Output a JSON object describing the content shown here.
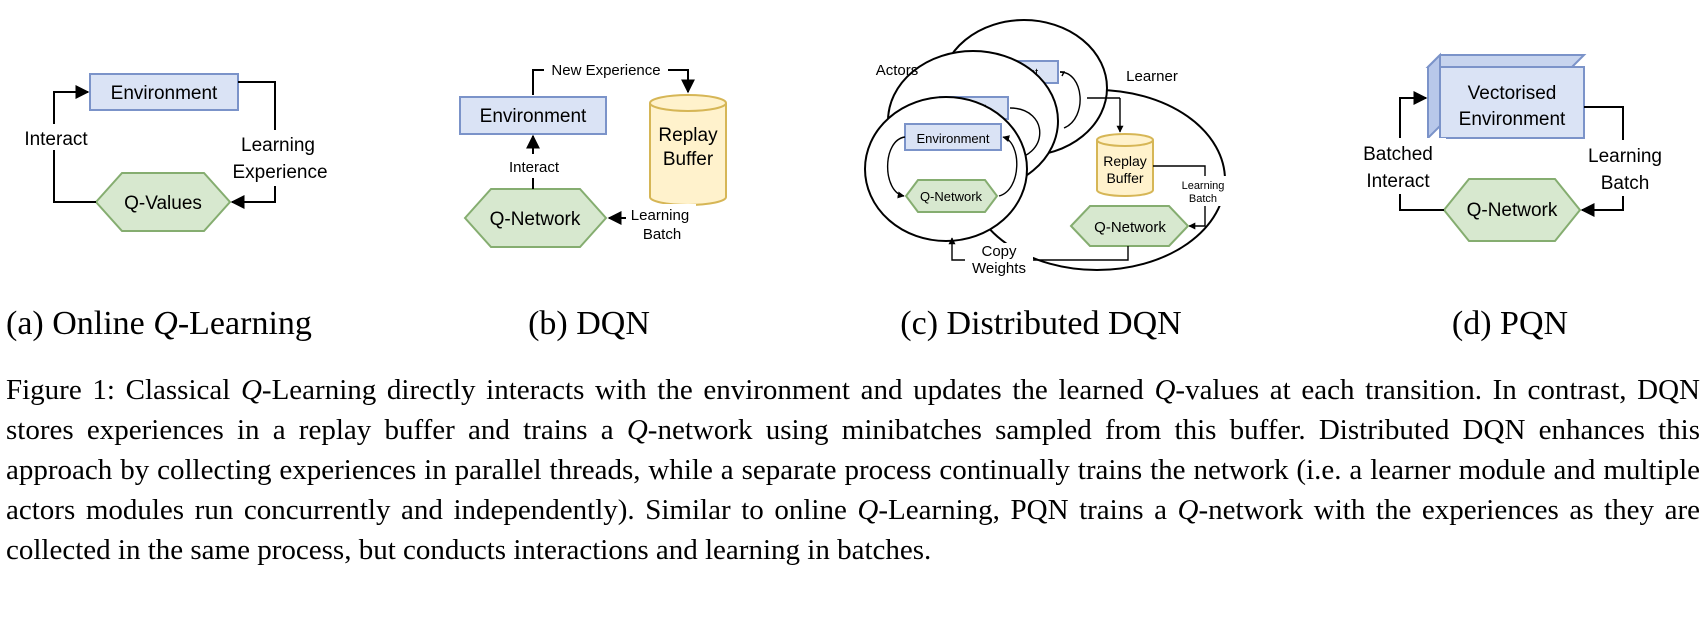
{
  "panels": {
    "a": {
      "environment": "Environment",
      "q_values": "Q-Values",
      "interact": "Interact",
      "learning_l1": "Learning",
      "learning_l2": "Experience",
      "caption_pre": "(a) Online ",
      "caption_q": "Q",
      "caption_post": "-Learning"
    },
    "b": {
      "new_experience": "New Experience",
      "environment": "Environment",
      "interact": "Interact",
      "q_network": "Q-Network",
      "replay_l1": "Replay",
      "replay_l2": "Buffer",
      "learning_l1": "Learning",
      "learning_l2": "Batch",
      "caption": "(b) DQN"
    },
    "c": {
      "actors": "Actors",
      "learner": "Learner",
      "env_frag_1": "ment",
      "env_frag_2": "ment",
      "environment": "Environment",
      "q_network_actor": "Q-Network",
      "replay_l1": "Replay",
      "replay_l2": "Buffer",
      "learning_l1": "Learning",
      "learning_l2": "Batch",
      "q_network_learner": "Q-Network",
      "copy_l1": "Copy",
      "copy_l2": "Weights",
      "caption": "(c) Distributed DQN"
    },
    "d": {
      "vec_l1": "Vectorised",
      "vec_l2": "Environment",
      "batched_l1": "Batched",
      "batched_l2": "Interact",
      "learning_l1": "Learning",
      "learning_l2": "Batch",
      "q_network": "Q-Network",
      "caption": "(d) PQN"
    }
  },
  "caption": {
    "s1": "Figure 1: Classical ",
    "q1": "Q",
    "s2": "-Learning directly interacts with the environment and updates the learned ",
    "q2": "Q",
    "s3": "-values at each transition. In contrast, DQN stores experiences in a replay buffer and trains a ",
    "q3": "Q",
    "s4": "-network using minibatches sampled from this buffer. Distributed DQN enhances this approach by collecting experiences in parallel threads, while a separate process continually trains the network (i.e. a learner module and multiple actors modules run concurrently and independently). Similar to online ",
    "q4": "Q",
    "s5": "-Learning, PQN trains a ",
    "q5": "Q",
    "s6": "-network with the experiences as they are collected in the same process, but conducts interactions and learning in batches."
  }
}
